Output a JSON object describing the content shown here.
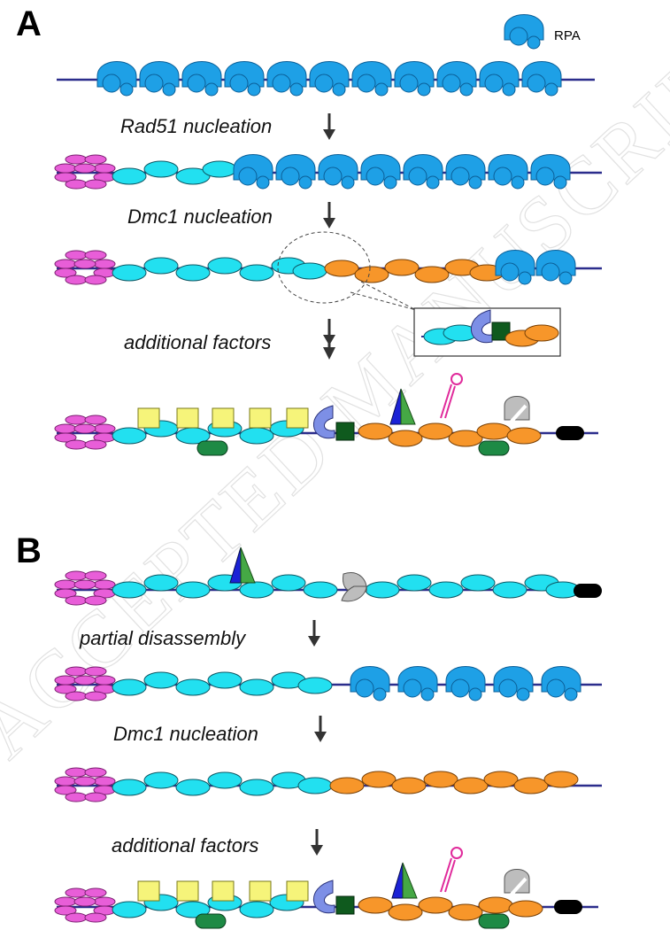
{
  "panels": [
    "A",
    "B"
  ],
  "legend": {
    "label": "RPA"
  },
  "steps_a": [
    "Rad51 nucleation",
    "Dmc1 nucleation",
    "additional factors"
  ],
  "steps_b": [
    "partial disassembly",
    "Dmc1 nucleation",
    "additional factors"
  ],
  "watermark": "ACCEPTED MANUSCRIPT",
  "colors": {
    "dna": "#2b2d8c",
    "rpa": "#1ea0e6",
    "rad51": "#22e0f0",
    "dmc1": "#f7962a",
    "ring": "#e85ed8",
    "yellow": "#f6f47a",
    "green_pill": "#1e8a45",
    "dark_green": "#0f5a1e",
    "crescent": "#7d8fe6",
    "tri_blue": "#1b22d6",
    "tri_green": "#45a845",
    "hairpin": "#e02a9b",
    "gray": "#bdbdbd",
    "black_cap": "#000000"
  }
}
